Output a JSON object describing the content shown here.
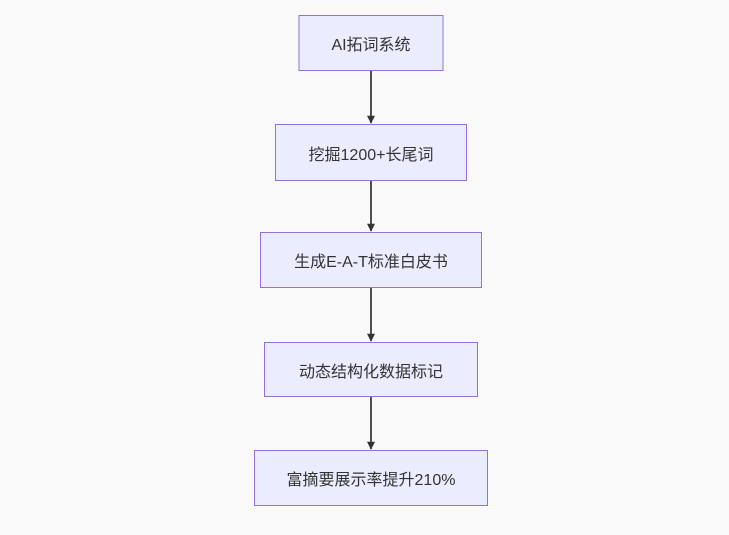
{
  "diagram": {
    "type": "flowchart",
    "direction": "top-down",
    "nodes": [
      {
        "id": "A",
        "label": "AI拓词系统"
      },
      {
        "id": "B",
        "label": "挖掘1200+长尾词"
      },
      {
        "id": "C",
        "label": "生成E-A-T标准白皮书"
      },
      {
        "id": "D",
        "label": "动态结构化数据标记"
      },
      {
        "id": "E",
        "label": "富摘要展示率提升210%"
      }
    ],
    "edges": [
      {
        "from": "A",
        "to": "B"
      },
      {
        "from": "B",
        "to": "C"
      },
      {
        "from": "C",
        "to": "D"
      },
      {
        "from": "D",
        "to": "E"
      }
    ]
  },
  "colors": {
    "background": "#f9f9f9",
    "node_fill": "#ECECFF",
    "node_border": "#9370DB",
    "edge": "#333333",
    "text": "#333333"
  }
}
